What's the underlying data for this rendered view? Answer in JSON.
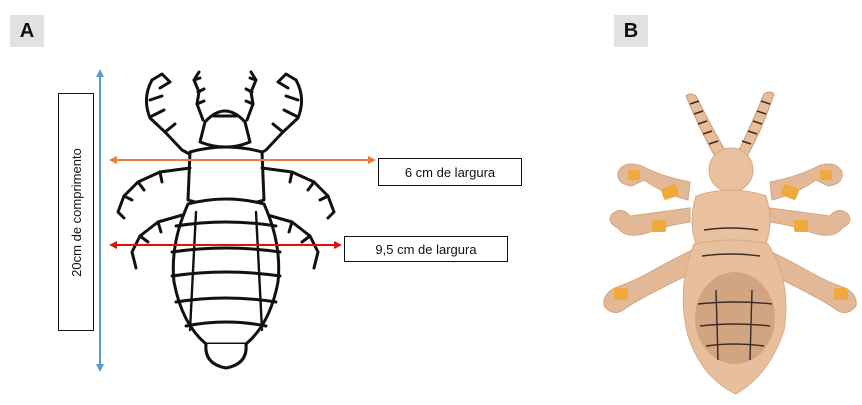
{
  "panels": {
    "a": {
      "label": "A"
    },
    "b": {
      "label": "B"
    }
  },
  "measurements": {
    "length": "20cm de comprimento",
    "width_head": "6 cm de largura",
    "width_body": "9,5 cm de largura"
  },
  "colors": {
    "length_arrow": "#5b9bd5",
    "head_width_arrow": "#ed7d31",
    "body_width_arrow": "#e01010",
    "felt_body": "#e9c19f",
    "felt_accent": "#f0a93c",
    "stitch": "#3b2a25"
  },
  "icons": {
    "diagram": "louse-line-drawing",
    "photo": "felt-louse-toy"
  }
}
